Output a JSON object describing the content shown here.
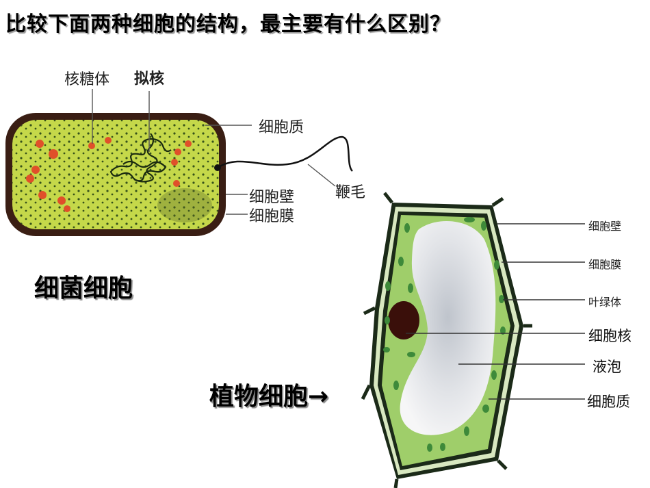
{
  "title": "比较下面两种细胞的结构，最主要有什么区别？",
  "bacterial_cell": {
    "caption": "细菌细胞",
    "labels": {
      "ribosome": "核糖体",
      "nucleoid": "拟核",
      "cytoplasm": "细胞质",
      "flagellum": "鞭毛",
      "cell_wall": "细胞壁",
      "cell_membrane": "细胞膜"
    },
    "colors": {
      "cytoplasm": "#c8d84a",
      "wall": "#3a1e14",
      "ribosome": "#e0502a"
    }
  },
  "plant_cell": {
    "caption": "植物细胞",
    "arrow": "→",
    "labels": {
      "cell_wall": "细胞壁",
      "cell_membrane": "细胞膜",
      "chloroplast": "叶绿体",
      "nucleus": "细胞核",
      "vacuole": "液泡",
      "cytoplasm": "细胞质"
    },
    "colors": {
      "cytoplasm": "#9fce6a",
      "vacuole": "#e6e8ec",
      "nucleus": "#3a0f0a",
      "chloroplast": "#3e8a3a"
    }
  }
}
